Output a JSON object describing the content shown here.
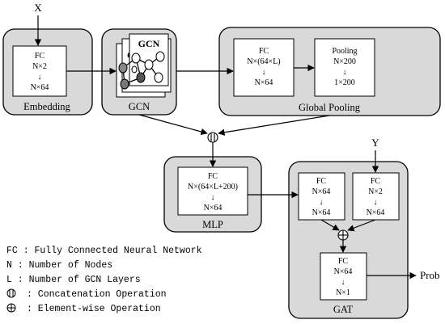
{
  "inputs": {
    "x": "X",
    "y": "Y"
  },
  "embedding": {
    "caption": "Embedding",
    "fc": [
      "FC",
      "N×2",
      "↓",
      "N×64"
    ]
  },
  "gcn": {
    "caption": "GCN",
    "card_label": "GCN",
    "stack_letter": "C"
  },
  "global_pooling": {
    "caption": "Global Pooling",
    "fc": [
      "FC",
      "N×(64×L)",
      "↓",
      "N×64"
    ],
    "pooling": [
      "Pooling",
      "N×200",
      "↓",
      "1×200"
    ]
  },
  "mlp": {
    "caption": "MLP",
    "fc": [
      "FC",
      "N×(64×L+200)",
      "↓",
      "N×64"
    ]
  },
  "gat": {
    "caption": "GAT",
    "fc_left": [
      "FC",
      "N×64",
      "↓",
      "N×64"
    ],
    "fc_right": [
      "FC",
      "N×2",
      "↓",
      "N×64"
    ],
    "fc_bottom": [
      "FC",
      "N×64",
      "↓",
      "N×1"
    ]
  },
  "output": "Prob",
  "legend": [
    "FC : Fully Connected Neural Network",
    "N : Number of Nodes",
    "L : Number of GCN Layers",
    ": Concatenation Operation",
    ": Element-wise Operation"
  ]
}
